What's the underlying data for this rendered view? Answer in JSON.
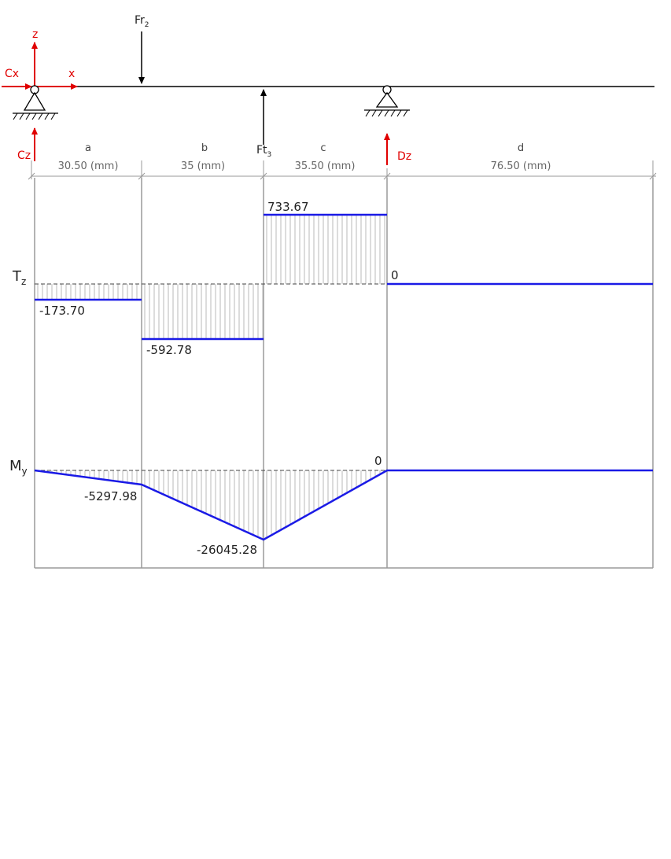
{
  "beam": {
    "axes": {
      "z": "z",
      "x": "x"
    },
    "forces": {
      "Cx": "Cx",
      "Cz": "Cz",
      "Dz": "Dz",
      "Fr2_main": "Fr",
      "Fr2_sub": "2",
      "Ft3_main": "Ft",
      "Ft3_sub": "3"
    },
    "segments": [
      {
        "name": "a",
        "length": "30.50 (mm)"
      },
      {
        "name": "b",
        "length": "35 (mm)"
      },
      {
        "name": "c",
        "length": "35.50 (mm)"
      },
      {
        "name": "d",
        "length": "76.50 (mm)"
      }
    ]
  },
  "shear": {
    "symbol": "T",
    "subscript": "z",
    "values": [
      -173.7,
      -592.78,
      733.67,
      0
    ],
    "labels": [
      "-173.70",
      "-592.78",
      "733.67",
      "0"
    ]
  },
  "moment": {
    "symbol": "M",
    "subscript": "y",
    "values": [
      0,
      -5297.98,
      -26045.28,
      0,
      0
    ],
    "labels": [
      "-5297.98",
      "-26045.28",
      "0"
    ]
  },
  "colors": {
    "diagram_line": "#1a1ae6",
    "reaction": "#e00000",
    "force": "#000000",
    "hatch": "#b8b8b8",
    "grid": "#9a9a9a"
  }
}
